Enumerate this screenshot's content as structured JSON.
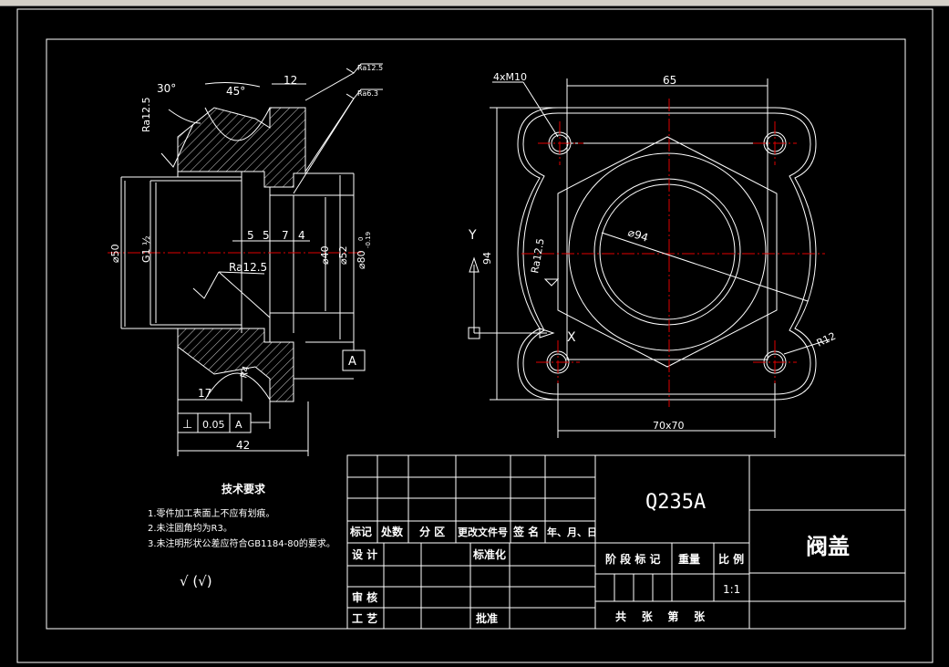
{
  "app": {
    "title": "AutoCAD drawing viewer",
    "background": "#000000",
    "line_color": "#ffffff",
    "centerline_color": "#e00000"
  },
  "side_view": {
    "angle_30": "30°",
    "angle_45": "45°",
    "dim_12": "12",
    "ra_125_top": "Ra12.5",
    "ra_125_a": "Ra12.5",
    "ra_125_b": "Ra6.3",
    "ra_25": "Ra12.5",
    "dim_5a": "5",
    "dim_5b": "5",
    "dim_7": "7",
    "dim_4": "4",
    "d50": "⌀50",
    "g1": "G1 ½",
    "d40": "⌀40",
    "d52": "⌀52",
    "d80": "⌀80",
    "d80_tol_upper": "0",
    "d80_tol_lower": "-0.19",
    "datum_a": "A",
    "r4": "R4",
    "dim_17": "17",
    "dim_42": "42",
    "gtol_symbol": "⊥",
    "gtol_value": "0.05",
    "gtol_datum": "A"
  },
  "front_view": {
    "holes": "4xM10",
    "dim_65": "65",
    "dim_94": "94",
    "d94": "⌀94",
    "ra": "Ra12.5",
    "r12": "R12",
    "dim_70x70": "70x70",
    "axis_y": "Y",
    "axis_x": "X"
  },
  "notes": {
    "title": "技术要求",
    "items": [
      "1.零件加工表面上不应有划痕。",
      "2.未注圆角均为R3。",
      "3.未注明形状公差应符合GB1184-80的要求。"
    ],
    "roughness_symbol": "√ (√)"
  },
  "title_block": {
    "material": "Q235A",
    "part_name": "阀盖",
    "row_labels": [
      "标记",
      "处数",
      "分 区",
      "更改文件号",
      "签 名",
      "年、月、日"
    ],
    "design": "设 计",
    "standardize": "标准化",
    "stage_mark": "阶 段 标 记",
    "weight": "重量",
    "scale_label": "比 例",
    "scale": "1:1",
    "review": "审 核",
    "process": "工 艺",
    "approve": "批准",
    "sheets": "共    张    第    张"
  }
}
